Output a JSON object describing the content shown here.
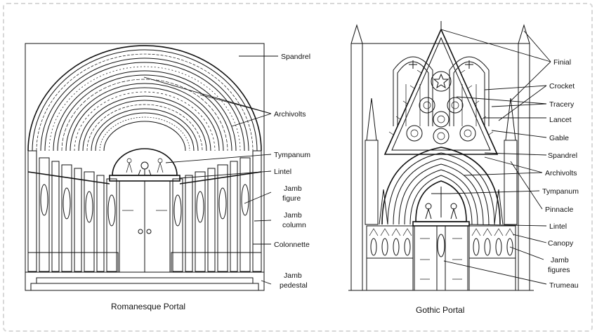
{
  "romanesque": {
    "caption": "Romanesque Portal",
    "labels": {
      "spandrel": "Spandrel",
      "archivolts": "Archivolts",
      "tympanum": "Tympanum",
      "lintel": "Lintel",
      "jamb_figure_1": "Jamb",
      "jamb_figure_2": "figure",
      "jamb_column_1": "Jamb",
      "jamb_column_2": "column",
      "colonnette": "Colonnette",
      "jamb_pedestal_1": "Jamb",
      "jamb_pedestal_2": "pedestal"
    }
  },
  "gothic": {
    "caption": "Gothic Portal",
    "labels": {
      "finial": "Finial",
      "crocket": "Crocket",
      "tracery": "Tracery",
      "lancet": "Lancet",
      "gable": "Gable",
      "spandrel": "Spandrel",
      "archivolts": "Archivolts",
      "tympanum": "Tympanum",
      "pinnacle": "Pinnacle",
      "lintel": "Lintel",
      "canopy": "Canopy",
      "jamb_figures_1": "Jamb",
      "jamb_figures_2": "figures",
      "trumeau": "Trumeau"
    }
  }
}
